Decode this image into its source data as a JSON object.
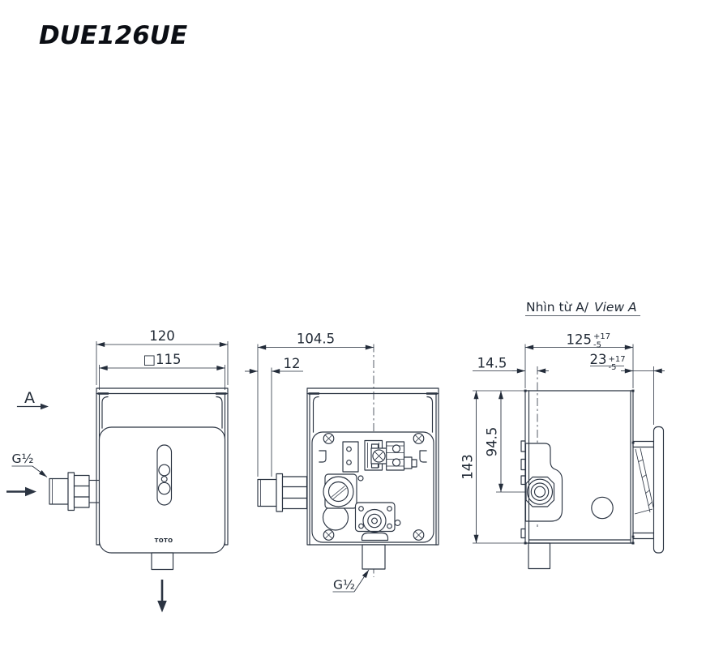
{
  "title": "DUE126UE",
  "brand": "TOTO",
  "colors": {
    "line": "#2b3442",
    "text": "#1f2834",
    "title": "#0b0e14",
    "background": "#ffffff"
  },
  "front_view": {
    "dim_width_mm": "120",
    "dim_cover_square_mm": "□115",
    "section_arrow_label": "A",
    "inlet_thread_label": "G½"
  },
  "back_view": {
    "dim_inlet_to_center_mm": "104.5",
    "dim_thread_protrusion_mm": "12",
    "outlet_thread_label": "G½"
  },
  "side_view": {
    "heading_vi": "Nhìn từ A/",
    "heading_en": "View A",
    "dim_depth_mm": "125",
    "dim_depth_tol_upper": "+17",
    "dim_depth_tol_lower": "-5",
    "dim_wall_to_cover_mm": "23",
    "dim_wall_to_cover_tol_upper": "+17",
    "dim_wall_to_cover_tol_lower": "-5",
    "dim_inlet_axis_offset_mm": "14.5",
    "dim_height_mm": "143",
    "dim_top_to_inlet_axis_mm": "94.5"
  }
}
